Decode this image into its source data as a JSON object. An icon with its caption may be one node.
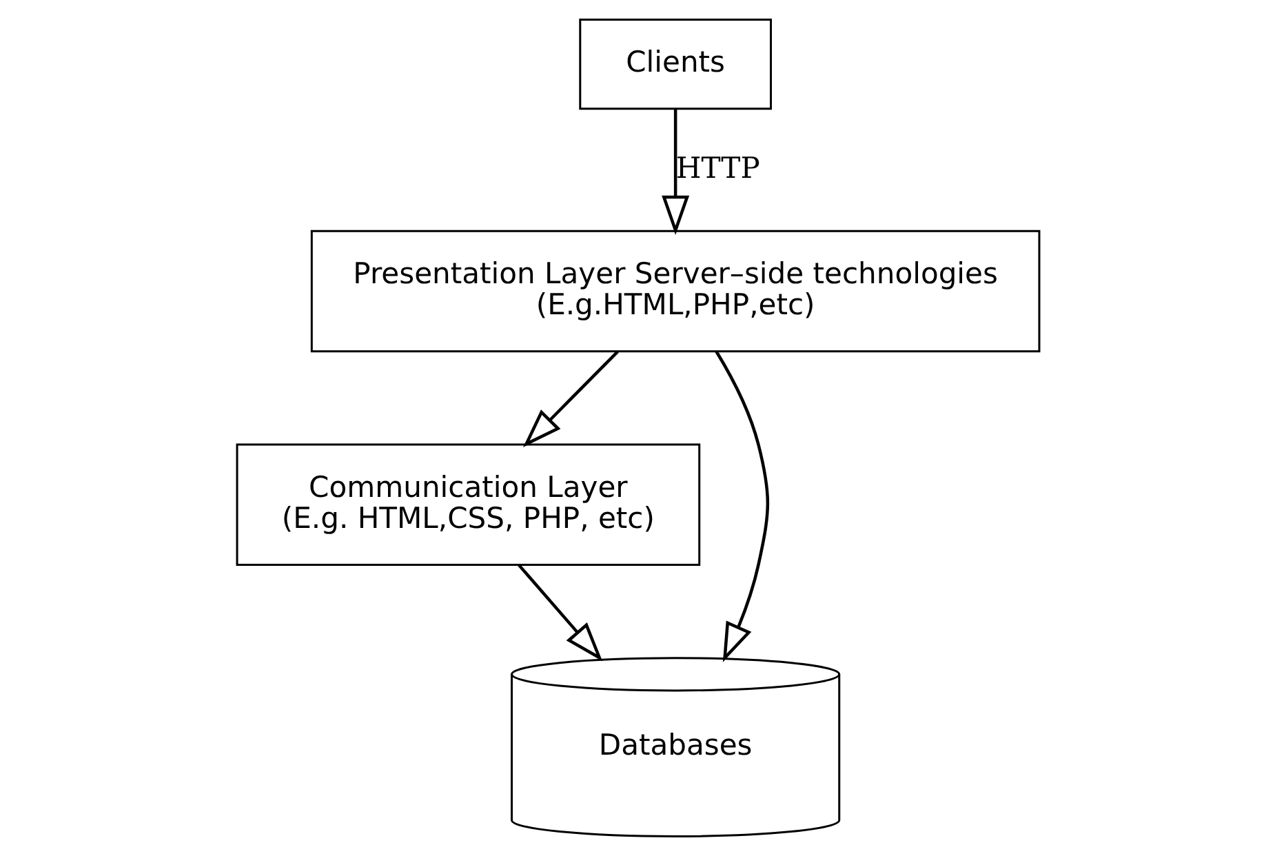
{
  "diagram": {
    "nodes": [
      {
        "text": [
          "Clients"
        ]
      },
      {
        "text": [
          "Presentation Layer Server–side technologies",
          "(E.g.HTML,PHP,etc)"
        ]
      },
      {
        "text": [
          "Communication Layer",
          "(E.g. HTML,CSS, PHP, etc)"
        ]
      },
      {
        "text": [
          "Databases"
        ]
      }
    ],
    "edges": [
      {
        "from": 0,
        "to": 1,
        "arrow": "to",
        "label": "HTTP"
      },
      {
        "from": 1,
        "to": 2,
        "arrow": "to"
      },
      {
        "from": 1,
        "to": 3,
        "arrow": "to"
      },
      {
        "from": 2,
        "to": 3,
        "arrow": "to"
      }
    ]
  }
}
